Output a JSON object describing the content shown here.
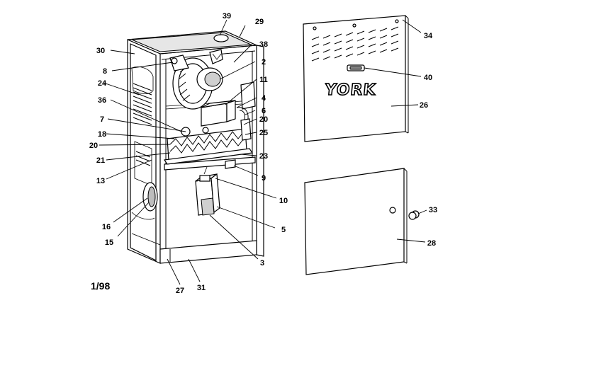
{
  "diagram": {
    "brand_text": "YORK",
    "date_code": "1/98",
    "callouts": {
      "c39": "39",
      "c29": "29",
      "c30": "30",
      "c38": "38",
      "c8": "8",
      "c2": "2",
      "c11": "11",
      "c24": "24",
      "c4": "4",
      "c36": "36",
      "c6": "6",
      "c7": "7",
      "c20a": "20",
      "c18": "18",
      "c25": "25",
      "c20b": "20",
      "c21": "21",
      "c23": "23",
      "c9": "9",
      "c13": "13",
      "c10": "10",
      "c16": "16",
      "c5": "5",
      "c15": "15",
      "c3": "3",
      "c27": "27",
      "c31": "31",
      "c34": "34",
      "c40": "40",
      "c26": "26",
      "c33": "33",
      "c28": "28"
    }
  }
}
